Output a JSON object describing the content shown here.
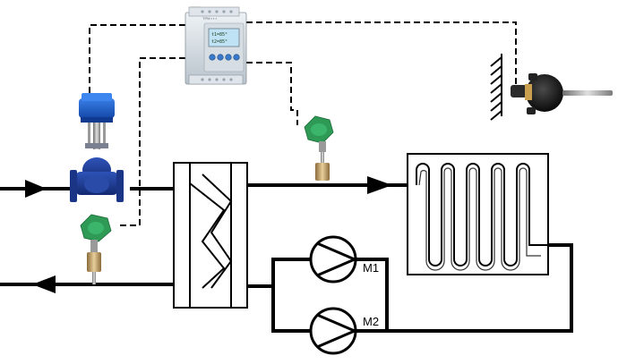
{
  "pumps": [
    {
      "label": "M1"
    },
    {
      "label": "M2"
    }
  ],
  "controller": {
    "display_line_1": "t1=85°",
    "display_line_2": "t2=85°"
  },
  "colors": {
    "pipe": "#000000",
    "signal_line": "#000000",
    "valve_body": "#1f3a8c",
    "actuator": "#1e5fd0",
    "sensor_head": "#2e9a55",
    "controller_display": "#bfe3f5"
  },
  "icons": [
    "control-valve-icon",
    "controller-icon",
    "temperature-sensor-icon",
    "outdoor-sensor-icon",
    "heat-exchanger-icon",
    "radiator-icon",
    "pump-icon",
    "flow-arrow-icon",
    "wall-hatch-icon"
  ]
}
